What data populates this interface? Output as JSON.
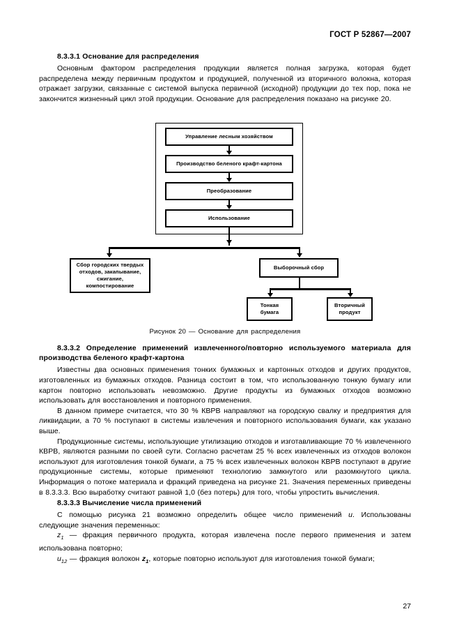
{
  "header": {
    "standard": "ГОСТ Р 52867—2007"
  },
  "sections": {
    "s1_heading": "8.3.3.1 Основание для распределения",
    "s1_paragraph": "Основным фактором распределения продукции является полная загрузка, которая будет распределена между первичным продуктом и продукцией, полученной из вторичного волокна, которая отражает загрузки, связанные с системой выпуска первичной (исходной) продукции до тех пор, пока не закончится жизненный цикл этой продукции. Основание для распределения показано на рисунке 20.",
    "s2_heading": "8.3.3.2 Определение применений  извлеченного/повторно  используемого  материала  для производства  беленого  крафт-картона",
    "s2_paragraph1": "Известны два основных применения тонких бумажных и картонных отходов и других продуктов, изготовленных из бумажных отходов. Разница состоит в  том,  что  использованную  тонкую бумагу или картон повторно использовать невозможно. Другие  продукты из бумажных  отходов возможно  использовать для  восстановления и повторного  применения.",
    "s2_paragraph2": "В данном  примере считается,  что  30 %  КВРВ  направляют на городскую свалку и предприятия  для ликвидации, а  70 %  поступают в системы извлечения и повторного использования бумаги, как  указано выше.",
    "s2_paragraph3": "Продукционные системы, использующие  утилизацию отходов и  изготавливающие 70 %  извлеченного КВРВ,  являются  разными  по  своей  сути.  Согласно расчетам 25 %  всех  извлеченных  из отходов волокон используют для изготовления тонкой бумаги,  а  75 %  всех  извлеченных  волокон КВРВ  поступают в  другие продукционные системы,  которые  применяют технологию  замкнутого или  разомкнутого цикла. Информация о  потоке  материала  и  фракций приведена на рисунке 21. Значения  переменных  приведены  в  8.3.3.3. Всю выработку считают равной 1,0 (без  потерь) для  того, чтобы  упростить  вычисления.",
    "s3_heading": "8.3.3.3 Вычисление числа  применений",
    "s3_paragraph1_pre": "С  помощью рисунка 21 возможно  определить общее  число  применений ",
    "s3_paragraph1_var": "u",
    "s3_paragraph1_post": ". Использованы следующие  значения  переменных:",
    "s3_item1_var": "z",
    "s3_item1_sub": "1",
    "s3_item1_text": " — фракция первичного продукта, которая извлечена после  первого  применения  и затем использована повторно;",
    "s3_item2_var": "u",
    "s3_item2_sub": "12",
    "s3_item2_text_a": " — фракция  волокон ",
    "s3_item2_var2": "z",
    "s3_item2_sub2": "1",
    "s3_item2_text_b": ",  которые  повторно  используют  для  изготовления  тонкой  бумаги;"
  },
  "figure": {
    "caption": "Рисунок 20 — Основание  для  распределения",
    "nodes": {
      "n1": "Управление лесным хозяйством",
      "n2": "Производство беленого крафт-картона",
      "n3": "Преобразование",
      "n4": "Использование",
      "n5": "Сбор городских твердых отходов, закапывание, сжигание, компостирование",
      "n6": "Выборочный сбор",
      "n7": "Тонкая бумага",
      "n8": "Вторичный продукт"
    }
  },
  "footer": {
    "page_number": "27"
  },
  "colors": {
    "ink": "#000000",
    "paper": "#ffffff"
  }
}
